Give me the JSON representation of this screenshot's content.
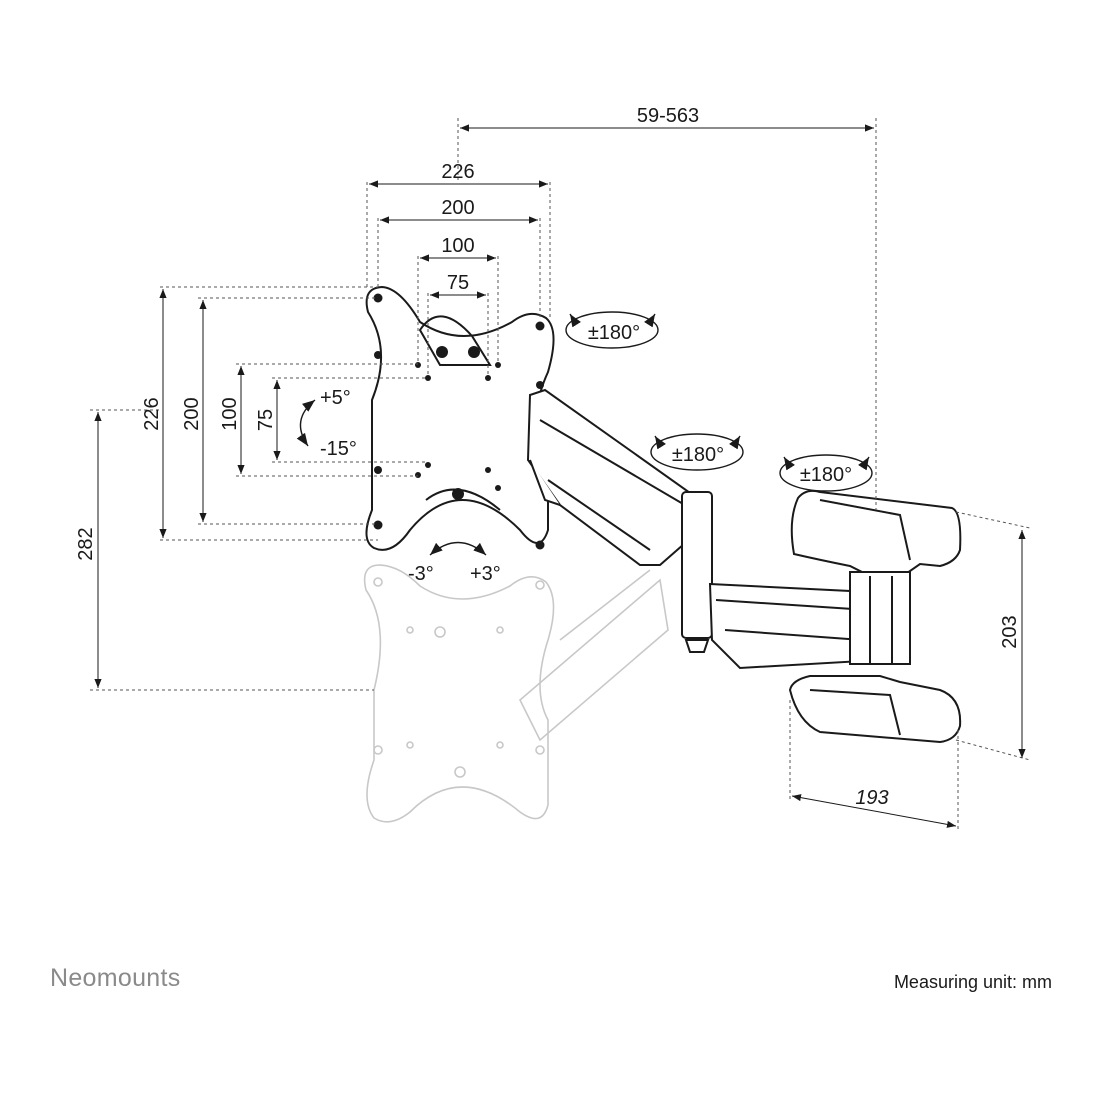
{
  "dimensions": {
    "arm_reach": "59-563",
    "plate_width": "226",
    "hole_200_width": "200",
    "hole_100_width": "100",
    "hole_75_width": "75",
    "plate_height": "226",
    "hole_200_height": "200",
    "hole_100_height": "100",
    "hole_75_height": "75",
    "height_adjust": "282",
    "wall_plate_height": "203",
    "wall_plate_width": "193"
  },
  "rotations": {
    "plate_swivel": "±180°",
    "arm_swivel": "±180°",
    "wall_swivel": "±180°",
    "tilt_up": "+5°",
    "tilt_down": "-15°",
    "roll_left": "-3°",
    "roll_right": "+3°"
  },
  "footer": {
    "brand": "Neomounts",
    "unit_label": "Measuring unit: mm"
  },
  "colors": {
    "line": "#1a1a1a",
    "dim_line": "#555555",
    "ghost": "#c8c8c8",
    "brand": "#8a8a8a"
  }
}
